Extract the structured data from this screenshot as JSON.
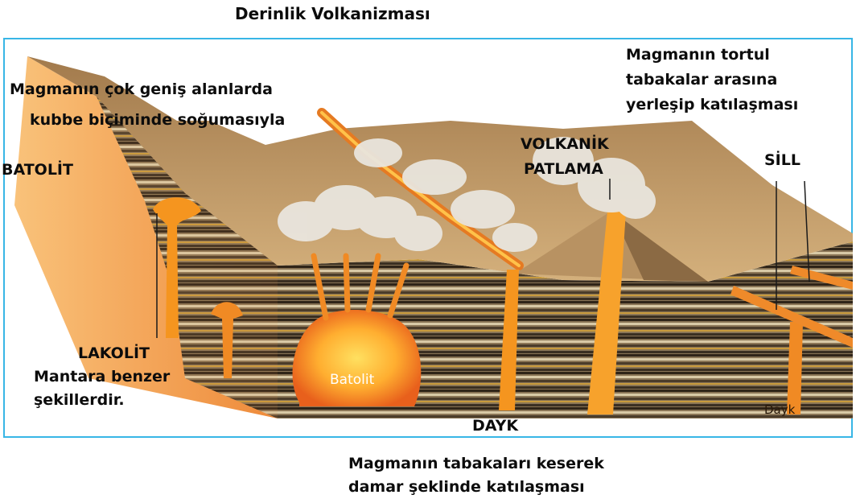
{
  "title": "Derinlik Volkanizması",
  "labels": {
    "batolit_caption_line1": "Magmanın çok geniş alanlarda",
    "batolit_caption_line2": "kubbe biçiminde soğumasıyla",
    "batolit": "BATOLİT",
    "lakolit": "LAKOLİT",
    "lakolit_caption_line1": "Mantara benzer",
    "lakolit_caption_line2": "şekillerdir.",
    "volkanik_line1": "VOLKANİK",
    "volkanik_line2": "PATLAMA",
    "sill_caption_line1": "Magmanın tortul",
    "sill_caption_line2": "tabakalar arasına",
    "sill_caption_line3": "yerleşip katılaşması",
    "sill": "SİLL",
    "dayk": "DAYK",
    "dayk_caption_line1": "Magmanın tabakaları keserek",
    "dayk_caption_line2": "damar şeklinde katılaşması",
    "batolit_inner": "Batolit",
    "dayk_inner": "Dayk"
  },
  "colors": {
    "frame_border": "#38b6e6",
    "magma": "#f08a24",
    "magma_core": "#ffd04a",
    "surface": "#c9a06a",
    "rock_dark": "#5a4a38"
  }
}
